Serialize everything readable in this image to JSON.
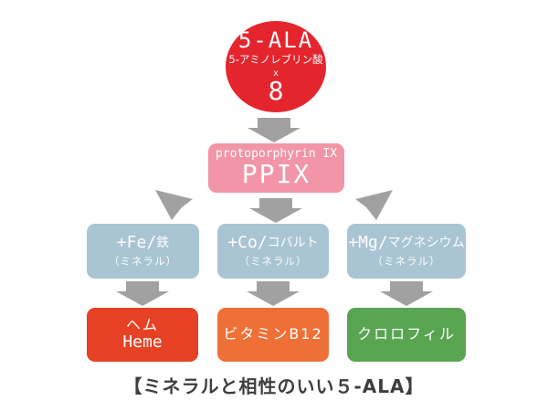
{
  "palette": {
    "circle_red": "#e5252e",
    "ppix_pink": "#f295a7",
    "mineral_blue": "#a9c4d3",
    "heme_red": "#e64124",
    "b12_orange": "#ee7036",
    "chlorophyll_green": "#58a451",
    "arrow_gray": "#a1a1a1",
    "caption_gray": "#3e3e3e",
    "node_text": "#ffffff"
  },
  "circle": {
    "title": "5-ALA",
    "subtitle": "5-アミノレブリン酸",
    "multiply_symbol": "x",
    "multiply_count": "8"
  },
  "ppix": {
    "line1": "protoporphyrin IX",
    "line2": "PPIX"
  },
  "minerals": [
    {
      "symbol": "+Fe/",
      "name": "鉄",
      "note": "（ミネラル）"
    },
    {
      "symbol": "+Co/",
      "name": "コバルト",
      "note": "（ミネラル）"
    },
    {
      "symbol": "+Mg/",
      "name": "マグネシウム",
      "note": "（ミネラル）"
    }
  ],
  "products": [
    {
      "line1": "ヘム",
      "line2": "Heme"
    },
    {
      "line1": "ビタミンB12",
      "line2": ""
    },
    {
      "line1": "クロロフィル",
      "line2": ""
    }
  ],
  "caption": "【ミネラルと相性のいい５-ALA】"
}
